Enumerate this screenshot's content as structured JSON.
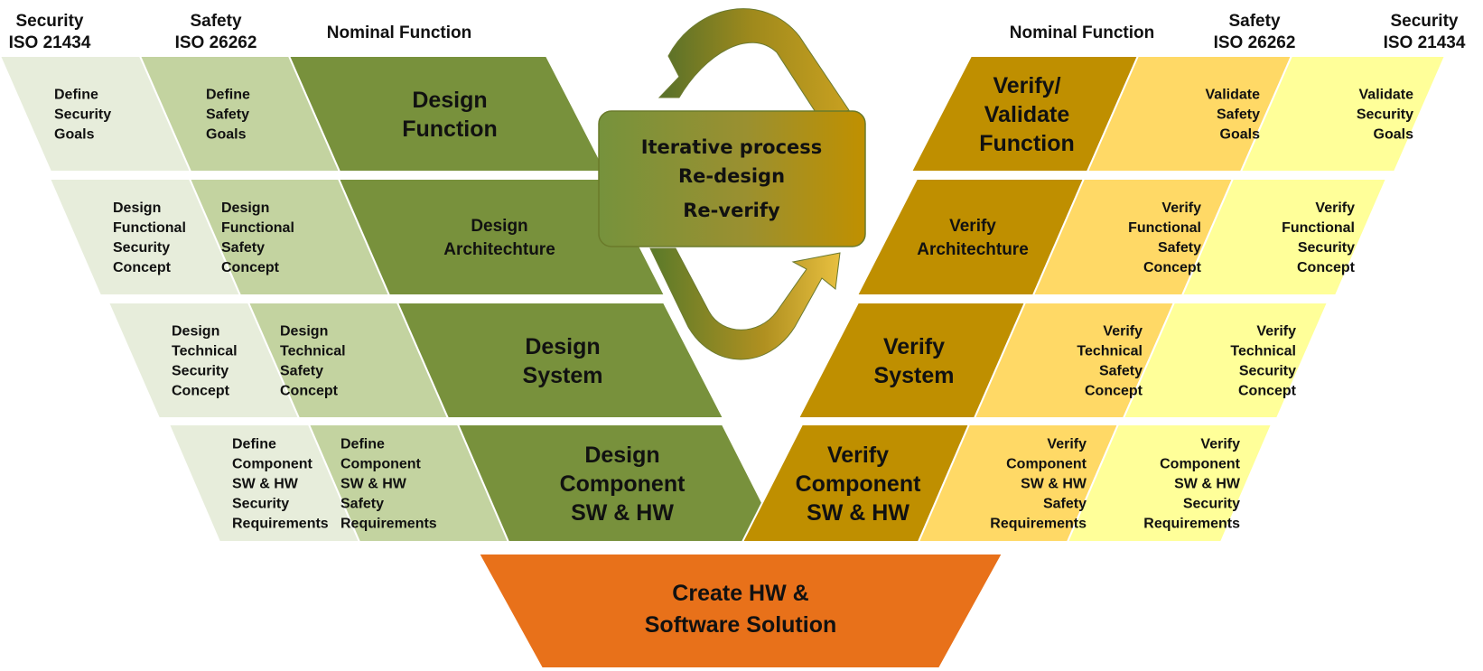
{
  "headers": {
    "left": {
      "security": [
        "Security",
        "ISO 21434"
      ],
      "safety": [
        "Safety",
        "ISO 26262"
      ],
      "nominal": [
        "Nominal Function"
      ]
    },
    "right": {
      "nominal": [
        "Nominal Function"
      ],
      "safety": [
        "Safety",
        "ISO 26262"
      ],
      "security": [
        "Security",
        "ISO 21434"
      ]
    }
  },
  "left_rows": [
    {
      "security": [
        "Define",
        "Security",
        "Goals"
      ],
      "safety": [
        "Define",
        "Safety",
        "Goals"
      ],
      "nominal": [
        "Design",
        "Function"
      ]
    },
    {
      "security": [
        "Design",
        "Functional",
        "Security",
        "Concept"
      ],
      "safety": [
        "Design",
        "Functional",
        "Safety",
        "Concept"
      ],
      "nominal": [
        "Design",
        "Architechture"
      ]
    },
    {
      "security": [
        "Design",
        "Technical",
        "Security",
        "Concept"
      ],
      "safety": [
        "Design",
        "Technical",
        "Safety",
        "Concept"
      ],
      "nominal": [
        "Design",
        "System"
      ]
    },
    {
      "security": [
        "Define",
        "Component",
        "SW & HW",
        "Security",
        "Requirements"
      ],
      "safety": [
        "Define",
        "Component",
        "SW & HW",
        "Safety",
        "Requirements"
      ],
      "nominal": [
        "Design",
        "Component",
        "SW & HW"
      ]
    }
  ],
  "right_rows": [
    {
      "nominal": [
        "Verify/",
        "Validate",
        "Function"
      ],
      "safety": [
        "Validate",
        "Safety",
        "Goals"
      ],
      "security": [
        "Validate",
        "Security",
        "Goals"
      ]
    },
    {
      "nominal": [
        "Verify",
        "Architechture"
      ],
      "safety": [
        "Verify",
        "Functional",
        "Safety",
        "Concept"
      ],
      "security": [
        "Verify",
        "Functional",
        "Security",
        "Concept"
      ]
    },
    {
      "nominal": [
        "Verify",
        "System"
      ],
      "safety": [
        "Verify",
        "Technical",
        "Safety",
        "Concept"
      ],
      "security": [
        "Verify",
        "Technical",
        "Security",
        "Concept"
      ]
    },
    {
      "nominal": [
        "Verify",
        "Component",
        "SW & HW"
      ],
      "safety": [
        "Verify",
        "Component",
        "SW & HW",
        "Safety",
        "Requirements"
      ],
      "security": [
        "Verify",
        "Component",
        "SW & HW",
        "Security",
        "Requirements"
      ]
    }
  ],
  "center_box": [
    "Iterative process",
    "Re-design",
    "Re-verify"
  ],
  "bottom_box": [
    "Create HW &",
    "Software Solution"
  ],
  "colors": {
    "left_security": "#e7eddb",
    "left_safety": "#c3d3a0",
    "left_nominal": "#78913c",
    "right_nominal": "#bf8f00",
    "right_safety": "#ffd966",
    "right_security": "#ffff99",
    "bottom": "#e8711a",
    "cycle_green": "#76923c",
    "cycle_gold": "#c09000"
  }
}
